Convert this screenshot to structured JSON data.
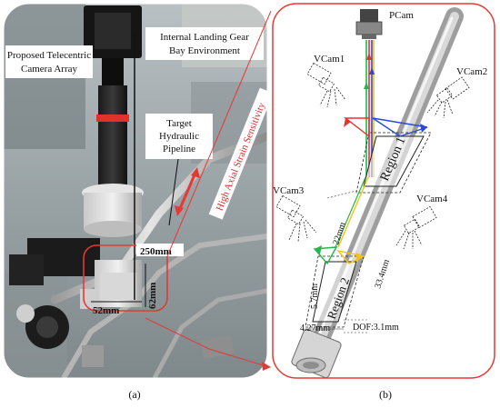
{
  "panel_a": {
    "caption": "(a)",
    "labels": {
      "camera_array_1": "Proposed Telecentric",
      "camera_array_2": "Camera Array",
      "env_1": "Internal Landing Gear",
      "env_2": "Bay Environment",
      "target_1": "Target",
      "target_2": "Hydraulic",
      "target_3": "Pipeline",
      "sensitivity": "High Axial Strain Sensitivity",
      "dim_250": "250mm",
      "dim_52": "52mm",
      "dim_62": "62mm"
    }
  },
  "panel_b": {
    "caption": "(b)",
    "labels": {
      "pcam": "PCam",
      "vcam1": "VCam1",
      "vcam2": "VCam2",
      "vcam3": "VCam3",
      "vcam4": "VCam4",
      "region1": "Region 1",
      "region2": "Region 2",
      "dim_22": "22mm",
      "dim_33_4": "33.4mm",
      "dim_5_7": "5.7mm",
      "dim_4_27": "4.27mm",
      "dof": "DOF:3.1mm"
    }
  },
  "colors": {
    "accent_red": "#e53935",
    "ray_red": "#e8332b",
    "ray_blue": "#2a49d8",
    "ray_green": "#26b54a",
    "ray_yellow": "#f2c21b"
  }
}
